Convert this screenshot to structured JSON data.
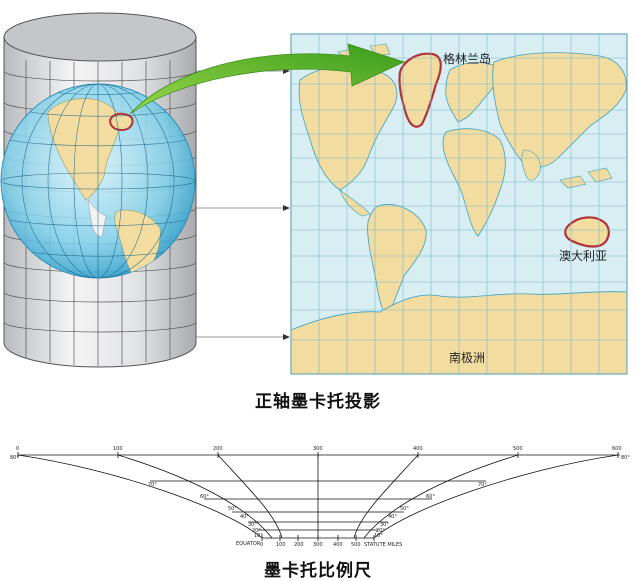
{
  "top_caption": "正轴墨卡托投影",
  "bottom_caption": "墨卡托比例尺",
  "map_labels": {
    "greenland": "格林兰岛",
    "australia": "澳大利亚",
    "antarctica": "南极洲"
  },
  "scale_bar": {
    "top_ticks": [
      "0",
      "100",
      "200",
      "300",
      "400",
      "500",
      "600"
    ],
    "latitude_labels_left": [
      "80°",
      "70°",
      "60°",
      "50°",
      "40°",
      "30°",
      "20°",
      "10°"
    ],
    "latitude_labels_right": [
      "80°",
      "70°",
      "60°",
      "50°",
      "40°",
      "30°",
      "20°",
      "10°"
    ],
    "bottom_ticks": [
      "0",
      "100",
      "200",
      "300",
      "400",
      "500"
    ],
    "equator_label": "EQUATOR",
    "unit_label": "STATUTE MILES"
  },
  "colors": {
    "ocean": "#d8eef3",
    "land": "#f2dca0",
    "coast": "#3aa0c0",
    "grid": "#7ab8cc",
    "highlight": "#b0333a",
    "arrow": "#5dbb2a",
    "globe": "#6cc7e6"
  }
}
